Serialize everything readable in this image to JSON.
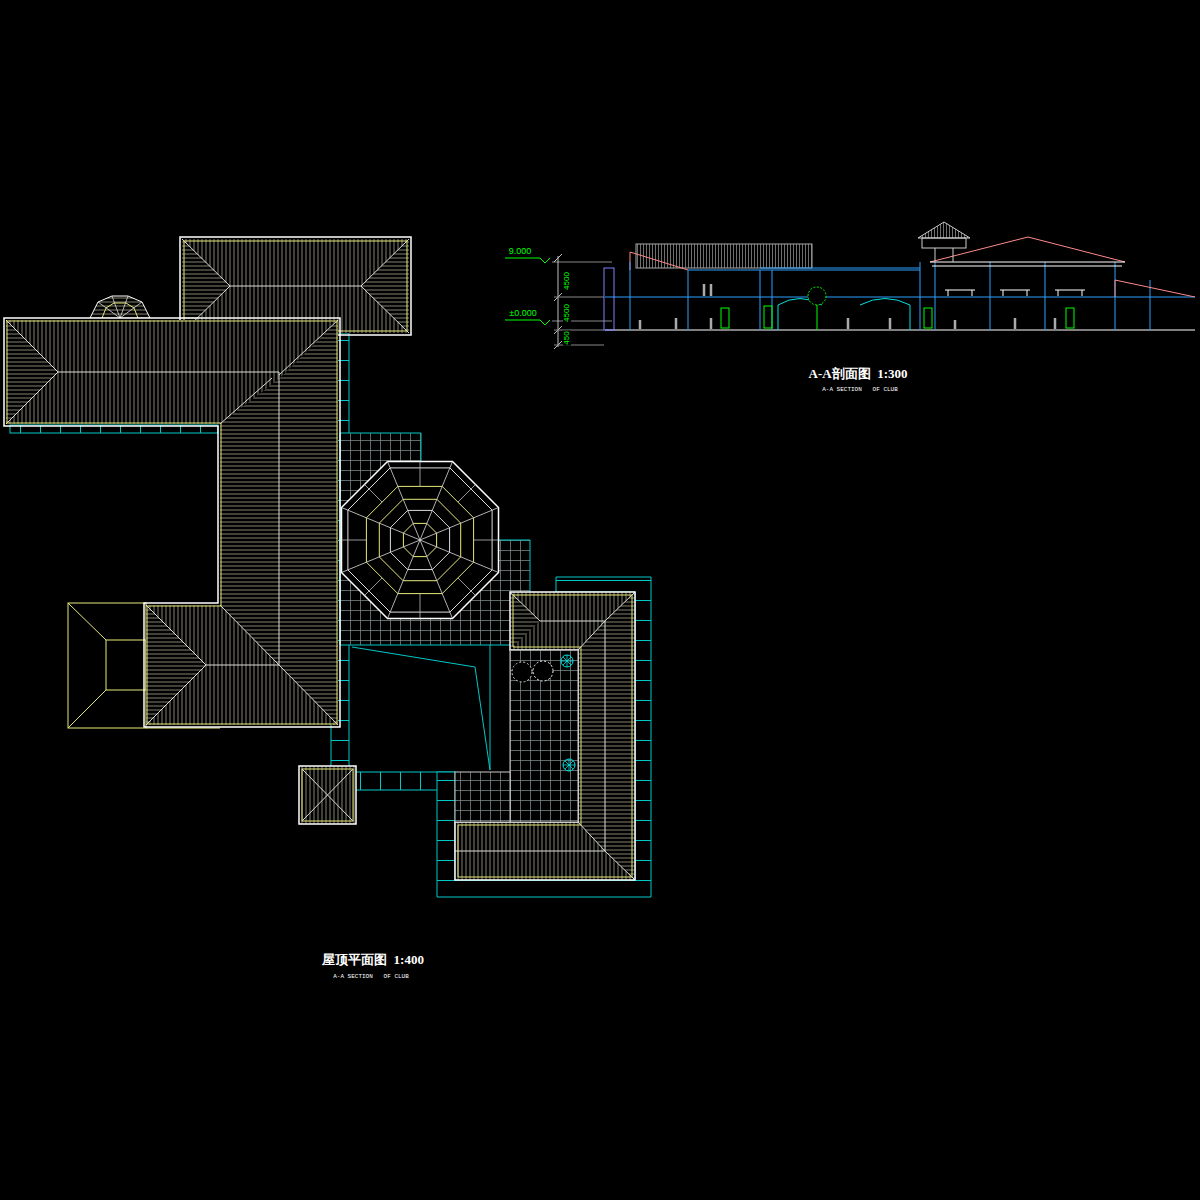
{
  "diagram": {
    "labels": [
      "9.000",
      "±0.000",
      "4500",
      "4500",
      "450",
      "A-A剖面图  1:300",
      "A-A SECTION   OF CLUB",
      "屋顶平面图  1:400",
      "A-A SECTION   OF CLUB"
    ]
  }
}
